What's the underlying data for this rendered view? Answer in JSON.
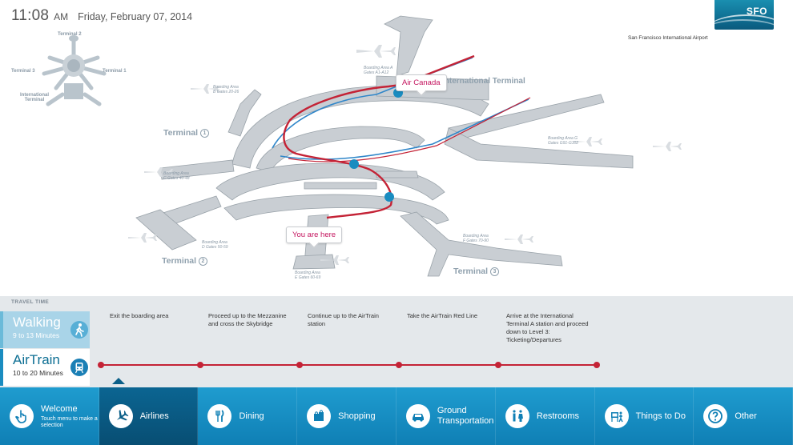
{
  "header": {
    "time": "11:08",
    "ampm": "AM",
    "date": "Friday, February 07, 2014",
    "logo_text": "SFO",
    "airport_name": "San Francisco International Airport"
  },
  "locator": {
    "terminal_2": "Terminal 2",
    "terminal_3": "Terminal 3",
    "terminal_1": "Terminal 1",
    "international": "International Terminal",
    "num_2": "2",
    "num_3": "3",
    "num_1": "1"
  },
  "map": {
    "terminal_1": "Terminal",
    "terminal_1_num": "1",
    "terminal_2": "Terminal",
    "terminal_2_num": "2",
    "terminal_3": "Terminal",
    "terminal_3_num": "3",
    "international": "International Terminal",
    "callout_destination": "Air Canada",
    "callout_origin": "You are here",
    "area_b": "Boarding Area B Gates 20-26",
    "area_c": "Boarding Area C Gates 40-48",
    "area_d": "Boarding Area D Gates 50-59",
    "area_e": "Boarding Area E Gates 60-69",
    "area_f": "Boarding Area F Gates 70-90",
    "area_a": "Boarding Area A Gates A1-A12",
    "area_g": "Boarding Area G Gates G91-G102"
  },
  "travel": {
    "title": "TRAVEL TIME",
    "walking_label": "Walking",
    "walking_duration": "9 to 13 Minutes",
    "airtrain_label": "AirTrain",
    "airtrain_duration": "10 to 20 Minutes",
    "steps": [
      "Exit the boarding area",
      "Proceed up to the Mezzanine and cross the Skybridge",
      "Continue up to the AirTrain station",
      "Take the AirTrain Red Line",
      "Arrive at the International Terminal A station and proceed down to Level 3: Ticketing/Departures"
    ]
  },
  "nav": {
    "welcome": "Welcome",
    "welcome_sub": "Touch menu to make a selection",
    "airlines": "Airlines",
    "dining": "Dining",
    "shopping": "Shopping",
    "ground": "Ground Transportation",
    "restrooms": "Restrooms",
    "things": "Things to Do",
    "other": "Other"
  },
  "colors": {
    "accent_blue": "#1a8cc0",
    "route_red": "#c42336",
    "callout_magenta": "#c4155f",
    "nav_active": "#0b5f88"
  }
}
